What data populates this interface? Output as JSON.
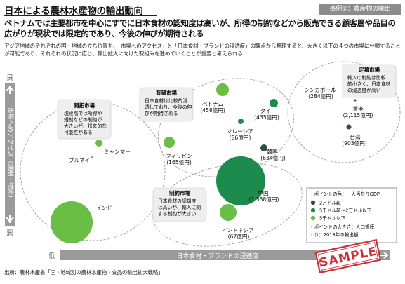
{
  "title": "日本による農林水産物の輸出動向",
  "case_tag": "事例②：農産物の輸出",
  "subtitle": "ベトナムでは主要都市を中心にすでに日本食材の認知度は高いが、所得の制約などから販売できる顧客層や品目の広がりが現状では限定的であり、今後の伸びが期待される",
  "description": "アジア地域のそれぞれの国・地域の立ち位置を、「市場へのアクセス」と「日本食材・ブランドの浸透度」の観点から整理すると、大きく以下の４つの市場に分類することが可能であり、それぞれの状況に応じ、輸出拡大に向けた取組みを進めていくことが重要と考えられる",
  "axes": {
    "y_high": "良",
    "y_low": "悪",
    "y_label": "市場へのアクセス（規制・物流）",
    "x_low": "低",
    "x_label": "日本食材・ブランドの浸透度"
  },
  "groups": {
    "pioneer": {
      "title": "開拓市場",
      "lines": [
        "現段階では所得や",
        "規制などの制約が",
        "大きいが、将来的な",
        "可能性がある"
      ]
    },
    "promising": {
      "title": "有望市場",
      "lines": [
        "日本食材は比較的浸",
        "透しており、今後の伸",
        "びが期待される"
      ]
    },
    "established": {
      "title": "定着市場",
      "lines": [
        "輸入の制約は比較",
        "的小さく、日本食材",
        "の浸透度が高い"
      ]
    },
    "constrained": {
      "title": "制約市場",
      "lines": [
        "日本食材の認知度",
        "は高いが、輸入に関",
        "する制約が大きい"
      ]
    }
  },
  "countries": [
    {
      "key": "myanmar",
      "name": "ミャンマー",
      "value": "",
      "color": "#6abd45"
    },
    {
      "key": "brunei",
      "name": "ブルネイ",
      "value": "",
      "color": "#6abd45"
    },
    {
      "key": "india",
      "name": "インド",
      "value": "",
      "color": "#6abd45"
    },
    {
      "key": "vietnam",
      "name": "ベトナム",
      "value": "(458億円)",
      "color": "#6abd45"
    },
    {
      "key": "thailand",
      "name": "タイ",
      "value": "(435億円)",
      "color": "#1d8a4e"
    },
    {
      "key": "malaysia",
      "name": "マレーシア",
      "value": "(86億円)",
      "color": "#1d8a4e"
    },
    {
      "key": "philippines",
      "name": "フィリピン",
      "value": "(165億円)",
      "color": "#6abd45"
    },
    {
      "key": "korea",
      "name": "韓国",
      "value": "(634億円)",
      "color": "#2f4f3e"
    },
    {
      "key": "china",
      "name": "中国",
      "value": "(1,338億円)",
      "color": "#1d8a4e"
    },
    {
      "key": "indonesia",
      "name": "インドネシア",
      "value": "(67億円)",
      "color": "#6abd45"
    },
    {
      "key": "singapore",
      "name": "シンガポール",
      "value": "(284億円)",
      "color": "#2f4f3e"
    },
    {
      "key": "hongkong",
      "name": "香港",
      "value": "(2,115億円)",
      "color": "#2f4f3e"
    },
    {
      "key": "taiwan",
      "name": "台湾",
      "value": "(903億円)",
      "color": "#2f4f3e"
    }
  ],
  "legend": {
    "color_title": "・ポイントの色：一人当たりGDP",
    "items": [
      {
        "label": "2万ドル超",
        "color": "#2f4f3e"
      },
      {
        "label": "5千ドル超～2万ドル以下",
        "color": "#1d8a4e"
      },
      {
        "label": "5千ドル以下",
        "color": "#6abd45"
      }
    ],
    "size_title": "・ポイントの大きさ：人口規模",
    "note": "・（）：2018年の輸出額"
  },
  "stamp": "SAMPLE",
  "source": "出所：農林水産省「国・地域別の農林水産物・食品の輸出拡大戦略」"
}
